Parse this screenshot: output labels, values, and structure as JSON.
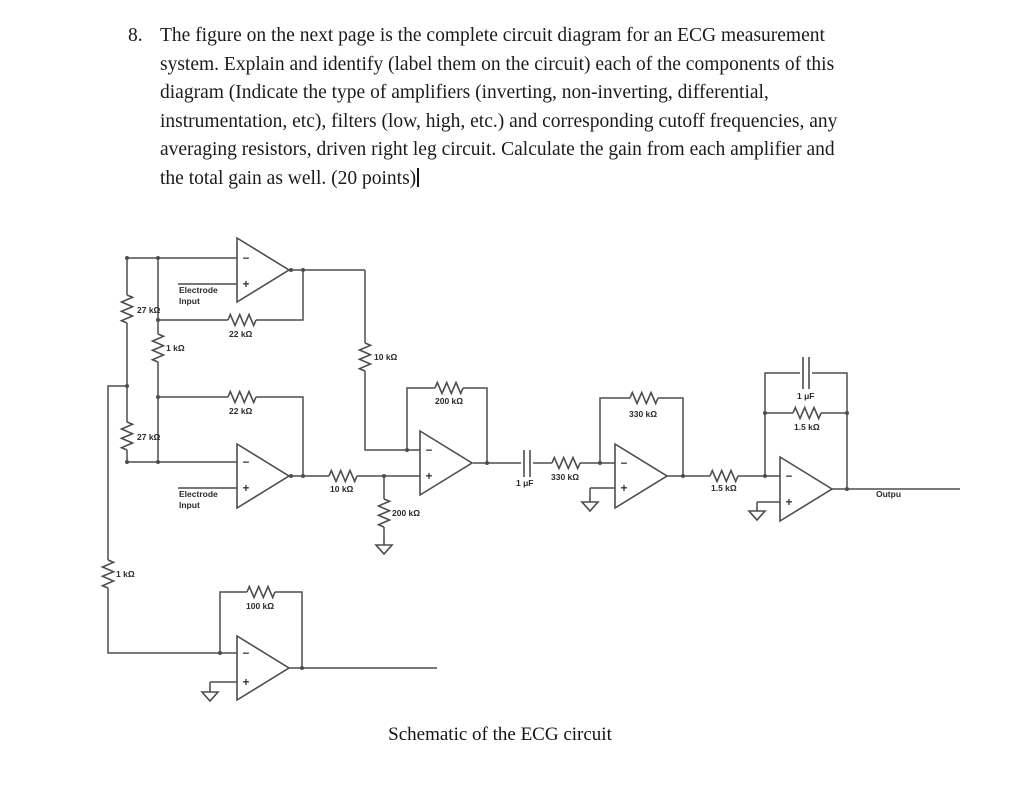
{
  "question": {
    "number": "8.",
    "lines": [
      "The figure on the next page is the complete circuit diagram for an ECG measurement",
      "system. Explain and identify (label them on the circuit) each of the components of this",
      "diagram (Indicate the type of amplifiers (inverting, non-inverting, differential,",
      "instrumentation, etc), filters (low, high, etc.) and corresponding cutoff frequencies, any",
      "averaging resistors, driven right leg circuit. Calculate the gain from each amplifier and",
      "the total gain as well. (20 points)"
    ]
  },
  "circuit": {
    "electrode_top": {
      "line1": "Electrode",
      "line2": "Input"
    },
    "electrode_bottom": {
      "line1": "Electrode",
      "line2": "Input"
    },
    "resistors": {
      "r27_top": "27 kΩ",
      "r27_bottom": "27 kΩ",
      "r1k_gain": "1 kΩ",
      "r1k_drl": "1 kΩ",
      "r22_top": "22 kΩ",
      "r22_bottom": "22 kΩ",
      "r10_vertical": "10 kΩ",
      "r10_horizontal": "10 kΩ",
      "r200_feedback": "200 kΩ",
      "r200_ground": "200 kΩ",
      "r330_input": "330 kΩ",
      "r330_feedback": "330 kΩ",
      "r1p5_input": "1.5 kΩ",
      "r1p5_feedback": "1.5 kΩ",
      "r100k_feedback": "100 kΩ"
    },
    "capacitors": {
      "c_series": "1 μF",
      "c_feedback": "1 μF"
    },
    "opamp": {
      "minus": "−",
      "plus": "+"
    },
    "output_label": "Outpu"
  },
  "caption": "Schematic of the ECG circuit",
  "colors": {
    "ink": "#1b1b1b",
    "line": "#4d4d4d"
  }
}
